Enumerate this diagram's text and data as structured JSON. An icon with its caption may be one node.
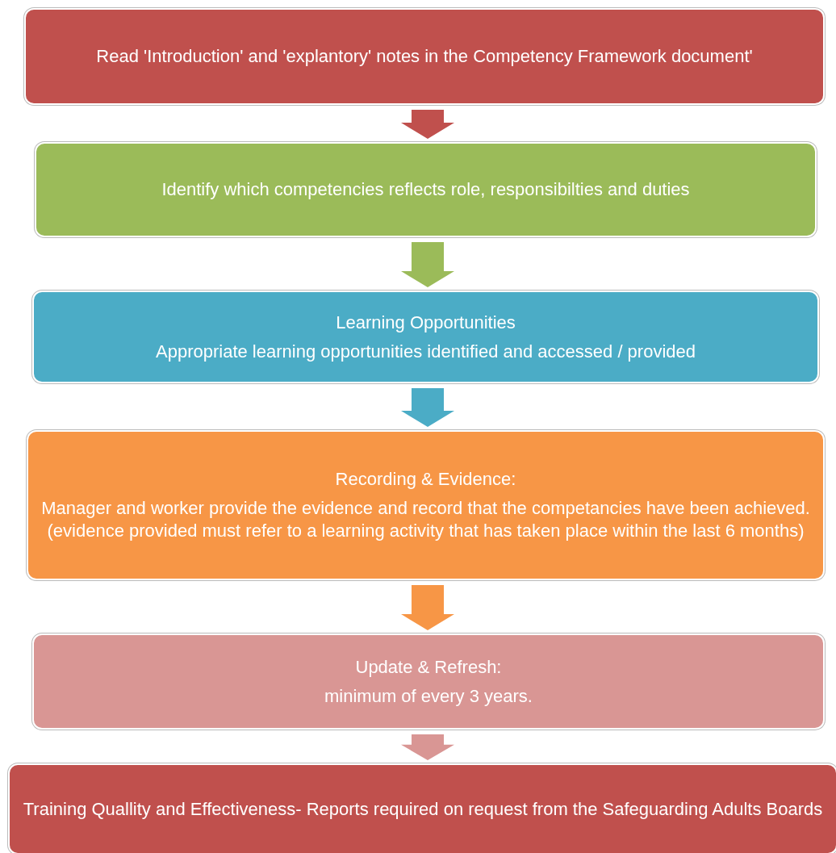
{
  "diagram": {
    "nodes": [
      {
        "text": [
          "Read 'Introduction' and 'explantory' notes in the Competency Framework document'"
        ]
      },
      {
        "text": [
          "Identify which competencies reflects  role, responsibilties and duties"
        ]
      },
      {
        "text": [
          "Learning Opportunities",
          "Appropriate learning opportunities identified and accessed / provided"
        ]
      },
      {
        "text": [
          "Recording & Evidence:",
          "Manager and worker provide the evidence and record that the competancies have been achieved. (evidence provided must refer to a learning activity that has taken place within the last 6 months)"
        ]
      },
      {
        "text": [
          "Update & Refresh:",
          "minimum of every 3 years."
        ]
      },
      {
        "text": [
          "Training Quallity and Effectiveness- Reports required on request from the Safeguarding Adults Boards"
        ]
      }
    ],
    "edges": [
      {
        "from": 0,
        "to": 1,
        "arrow": "to",
        "color": "#c0504d"
      },
      {
        "from": 1,
        "to": 2,
        "arrow": "to",
        "color": "#9bbb59"
      },
      {
        "from": 2,
        "to": 3,
        "arrow": "to",
        "color": "#4bacc6"
      },
      {
        "from": 3,
        "to": 4,
        "arrow": "to",
        "color": "#f79646"
      },
      {
        "from": 4,
        "to": 5,
        "arrow": "to",
        "color": "#d99694"
      }
    ]
  }
}
